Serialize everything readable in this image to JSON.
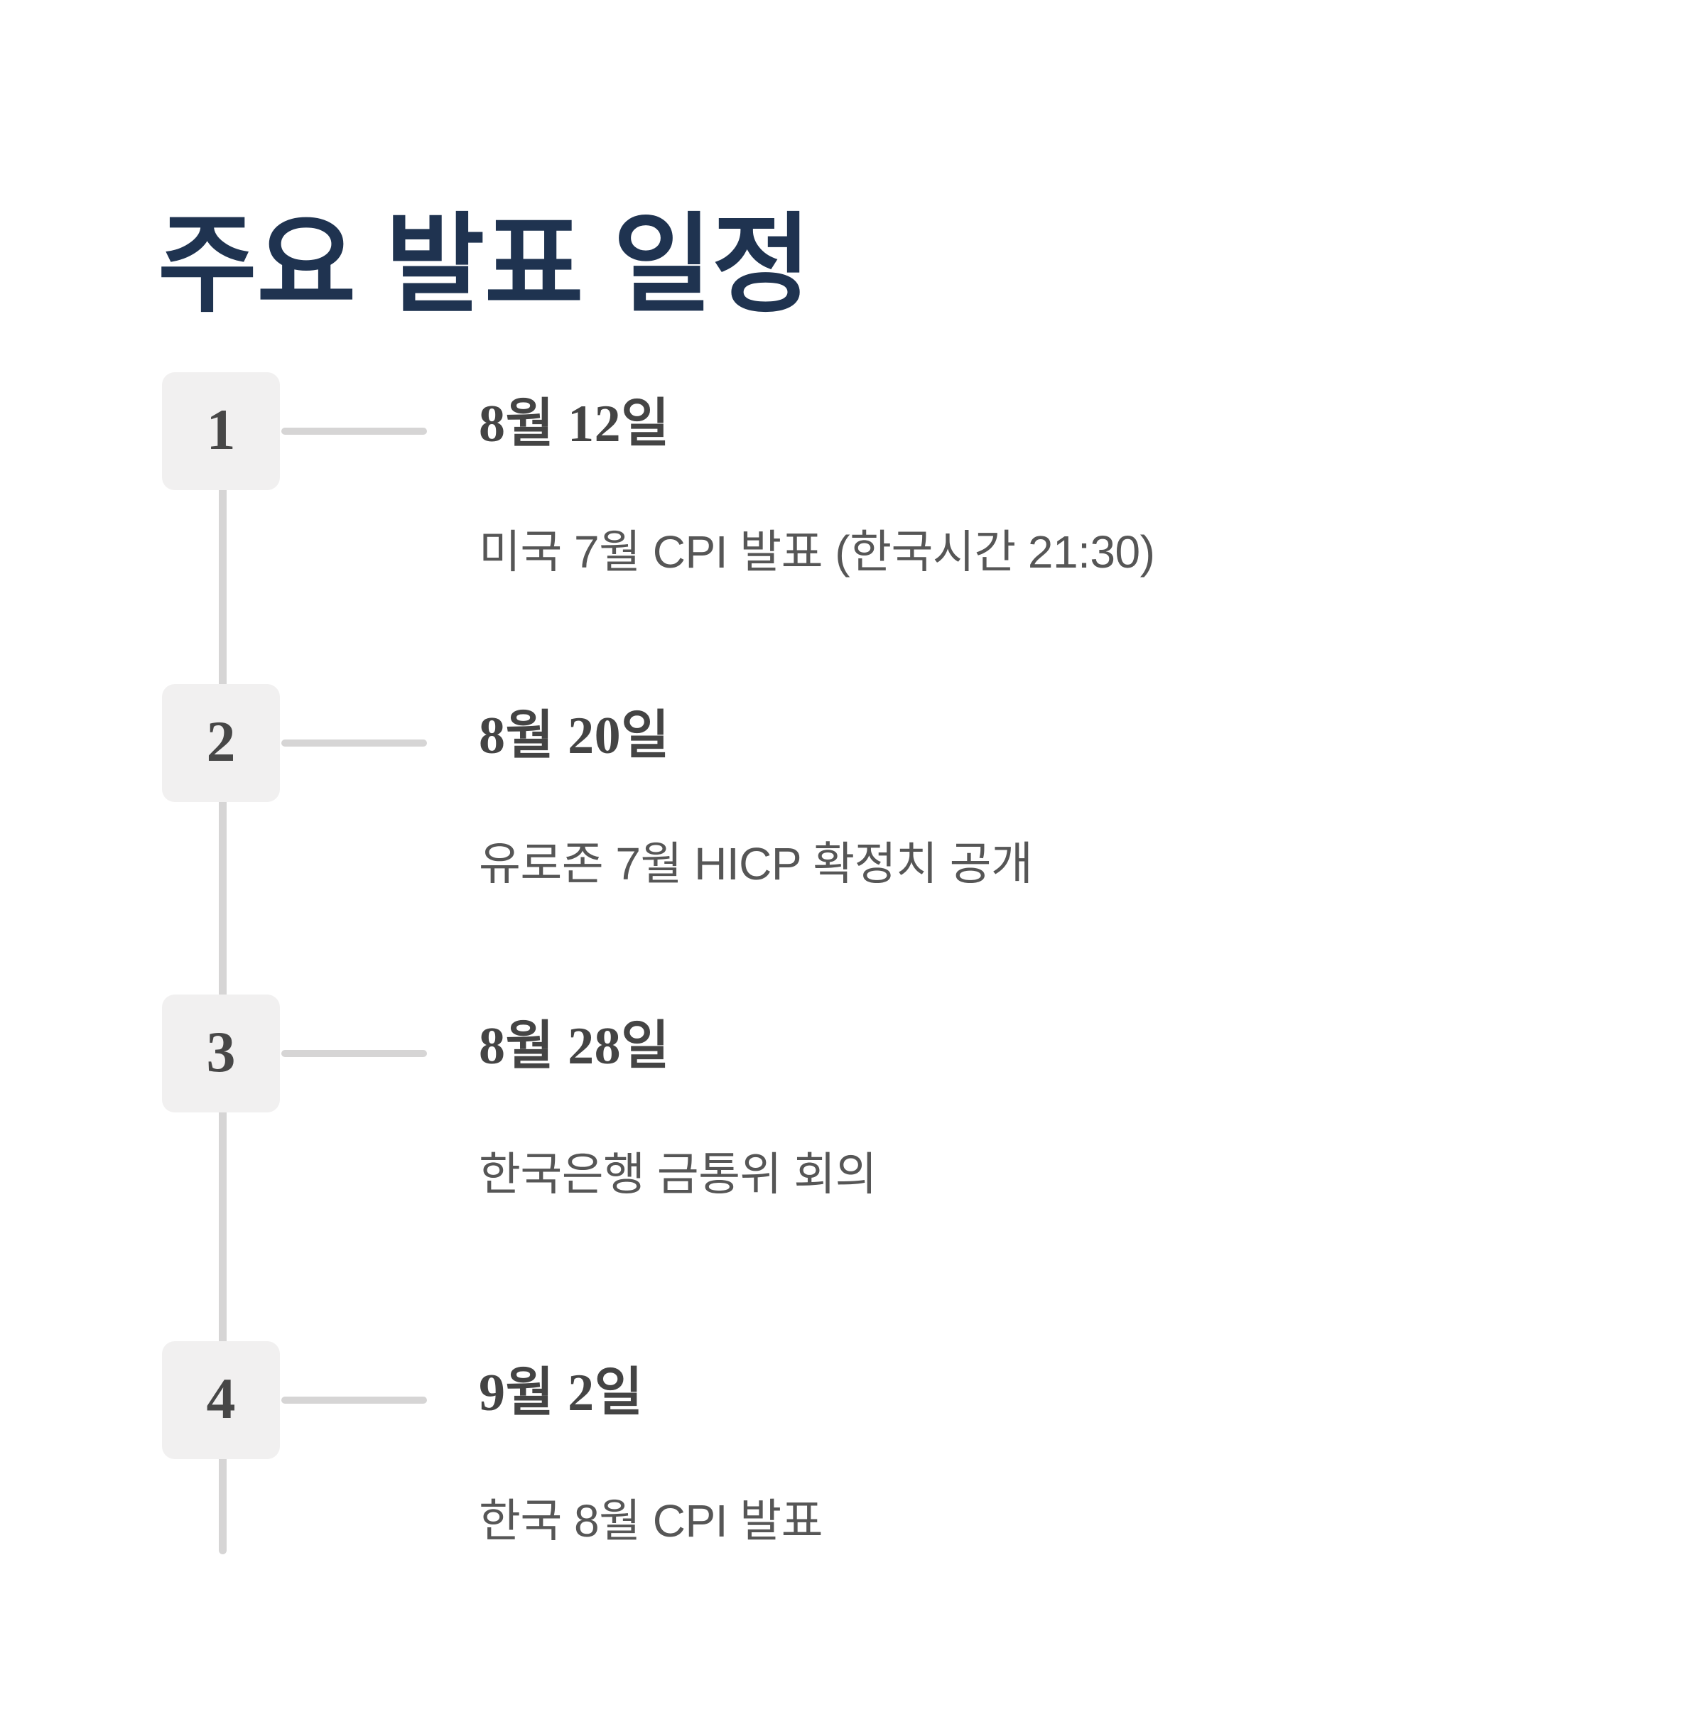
{
  "header": {
    "title": "주요 발표 일정"
  },
  "theme": {
    "background": "#ffffff",
    "title_color": "#1F3350",
    "badge_background": "#F1F0F0",
    "badge_text_color": "#474747",
    "line_color": "#D6D5D5",
    "date_color": "#444444",
    "description_color": "#565656"
  },
  "timeline": {
    "items": [
      {
        "number": "1",
        "date": "8월 12일",
        "description": "미국 7월 CPI 발표 (한국시간 21:30)"
      },
      {
        "number": "2",
        "date": "8월 20일",
        "description": "유로존 7월 HICP 확정치 공개"
      },
      {
        "number": "3",
        "date": "8월 28일",
        "description": "한국은행 금통위 회의"
      },
      {
        "number": "4",
        "date": "9월 2일",
        "description": "한국 8월 CPI 발표"
      }
    ]
  }
}
